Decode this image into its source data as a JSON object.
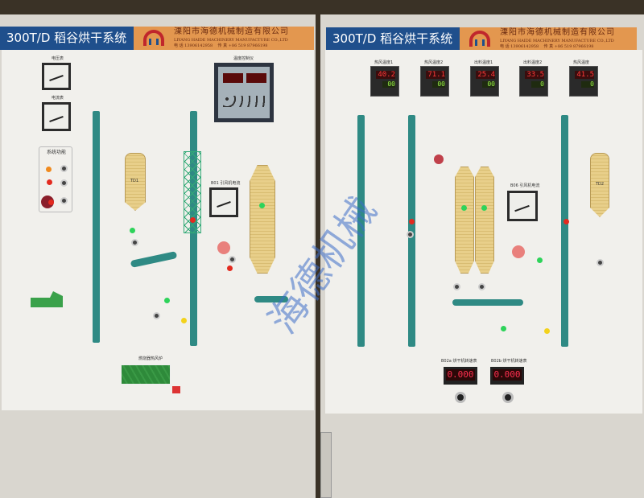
{
  "left_panel": {
    "title": "300T/D 稻谷烘干系统",
    "company": "溧阳市海德机械制造有限公司",
    "company_en": "LIYANG HAIDE MACHINERY MANUFACTURE CO.,LTD",
    "phone": "电 话 13906142958",
    "fax": "传 真 +86 519 87966198",
    "voltmeter_label": "电压表",
    "ammeter_label": "电流表",
    "controller_label": "温度控制仪",
    "system_box_title": "系统功能",
    "hopper_label": "TD1",
    "fan_meter_label": "B01 引风机电流",
    "furnace_label": "燃烧器热风炉"
  },
  "right_panel": {
    "title": "300T/D 稻谷烘干系统",
    "company": "溧阳市海德机械制造有限公司",
    "company_en": "LIYANG HAIDE MACHINERY MANUFACTURE CO.,LTD",
    "phone": "电 话 13906142958",
    "fax": "传 真 +86 519 87966198",
    "temps": [
      {
        "label": "热风温度1",
        "value": "40.2",
        "set": "00"
      },
      {
        "label": "热风温度2",
        "value": "71.1",
        "set": "00"
      },
      {
        "label": "出料温度1",
        "value": "25.4",
        "set": "00"
      },
      {
        "label": "出料温度2",
        "value": "33.5",
        "set": "0"
      },
      {
        "label": "热风温度",
        "value": "41.5",
        "set": "0"
      }
    ],
    "fan_meter_label": "B06 引风机电流",
    "hopper_label": "TD2",
    "counters": [
      {
        "label": "B02a 烘干机转速表",
        "value": "0.000"
      },
      {
        "label": "B02b 烘干机转速表",
        "value": "0.000"
      }
    ]
  },
  "watermark": "海德机械"
}
